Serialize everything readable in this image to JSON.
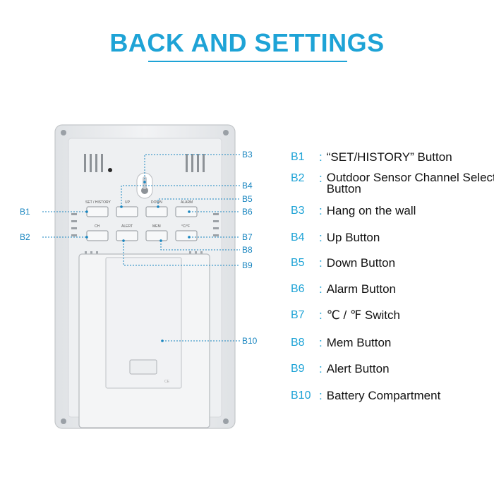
{
  "title": "BACK AND SETTINGS",
  "colors": {
    "accent": "#1ea3d6",
    "device": "#eceef0",
    "device_edge": "#c8cbce"
  },
  "device": {
    "button_labels": [
      "SET / HISTORY",
      "UP",
      "DOWN",
      "ALARM",
      "CH",
      "ALERT",
      "MEM",
      "°C/°F"
    ]
  },
  "callouts": [
    "B1",
    "B2",
    "B3",
    "B4",
    "B5",
    "B6",
    "B7",
    "B8",
    "B9",
    "B10"
  ],
  "legend": [
    {
      "code": "B1",
      "text": "“SET/HISTORY” Button"
    },
    {
      "code": "B2",
      "text": "Outdoor Sensor Channel Select Button"
    },
    {
      "code": "B3",
      "text": "Hang on the wall"
    },
    {
      "code": "B4",
      "text": "Up Button"
    },
    {
      "code": "B5",
      "text": "Down Button"
    },
    {
      "code": "B6",
      "text": "Alarm Button"
    },
    {
      "code": "B7",
      "text": "℃ / ℉ Switch"
    },
    {
      "code": "B8",
      "text": "Mem Button"
    },
    {
      "code": "B9",
      "text": "Alert Button"
    },
    {
      "code": "B10",
      "text": "Battery Compartment"
    }
  ]
}
